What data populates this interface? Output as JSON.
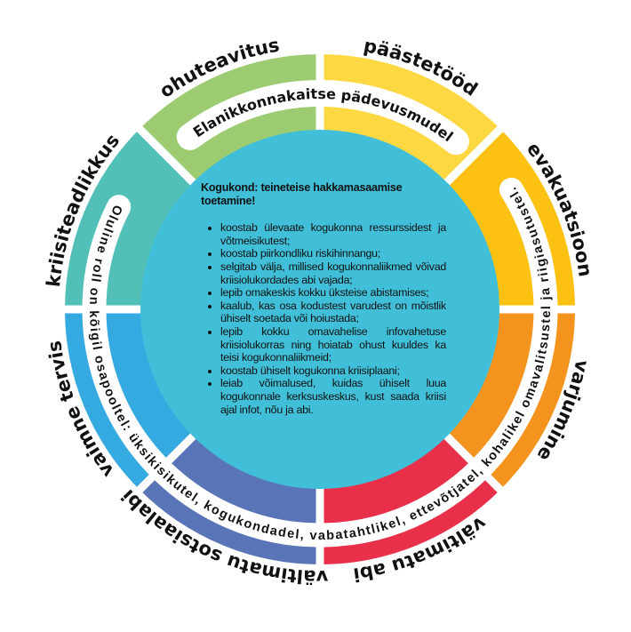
{
  "diagram": {
    "ring_title": "Elanikkonnakaitse pädevusmudel",
    "band_text": "Oluline roll on kõigil osapooltel: üksikisikutel, kogukondadel, vabatahtlikel, ettevõtjatel, kohalikel omavalitsustel ja riigiasutustel.",
    "segments": [
      {
        "label": "ohuteavitus",
        "color": "#9ccb72"
      },
      {
        "label": "päästetööd",
        "color": "#fdd842"
      },
      {
        "label": "evakuatsioon",
        "color": "#fdc112"
      },
      {
        "label": "varjumine",
        "color": "#f4941f"
      },
      {
        "label": "vältimatu abi",
        "color": "#e8304b"
      },
      {
        "label": "vältimatu sotsiaalabi",
        "color": "#5a74b8"
      },
      {
        "label": "vaimne tervis",
        "color": "#35aae0"
      },
      {
        "label": "kriisiteadlikkus",
        "color": "#53c0b8"
      }
    ],
    "center": {
      "color": "#41bfd9",
      "heading": "Kogukond: teineteise hakkamasaamise toetamine!",
      "bullets": [
        "koostab ülevaate kogukonna ressurssidest ja võtmeisikutest;",
        "koostab piirkondliku riskihinnangu;",
        "selgitab välja, millised kogukonnaliikmed võivad kriisiolukordades abi vajada;",
        "lepib omakeskis kokku üksteise abistamises;",
        "kaalub, kas osa kodustest varudest on mõistlik ühiselt soetada või hoiustada;",
        "lepib kokku omavahelise infovahetuse kriisiolukorras ning hoiatab ohust kuuldes ka teisi kogukonnaliikmeid;",
        "koostab ühiselt kogukonna kriisiplaani;",
        "leiab võimalused, kuidas ühiselt luua kogukonnale kerksuskeskus, kust saada kriisi ajal infot, nõu ja abi."
      ]
    }
  }
}
